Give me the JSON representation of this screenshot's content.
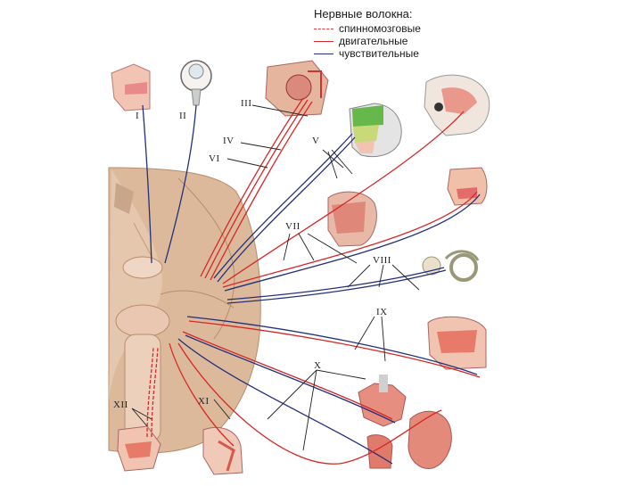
{
  "legend": {
    "title": "Нервные волокна:",
    "items": [
      {
        "label": "спинномозговые",
        "style": "dashed",
        "color": "#e23b3b"
      },
      {
        "label": "двигательные",
        "style": "solid",
        "color": "#d62828"
      },
      {
        "label": "чувствительные",
        "style": "solid",
        "color": "#23307a"
      }
    ]
  },
  "nerves": {
    "n1": "I",
    "n2": "II",
    "n3": "III",
    "n4": "IV",
    "n5": "V",
    "n6": "VI",
    "n7": "VII",
    "n8": "VIII",
    "n9": "IX",
    "n10": "X",
    "n11": "XI",
    "n12": "XII"
  },
  "colors": {
    "motor": "#d62828",
    "sensory": "#23307a",
    "brain": "#d9b79a",
    "tissue": "#e8a0a0"
  }
}
